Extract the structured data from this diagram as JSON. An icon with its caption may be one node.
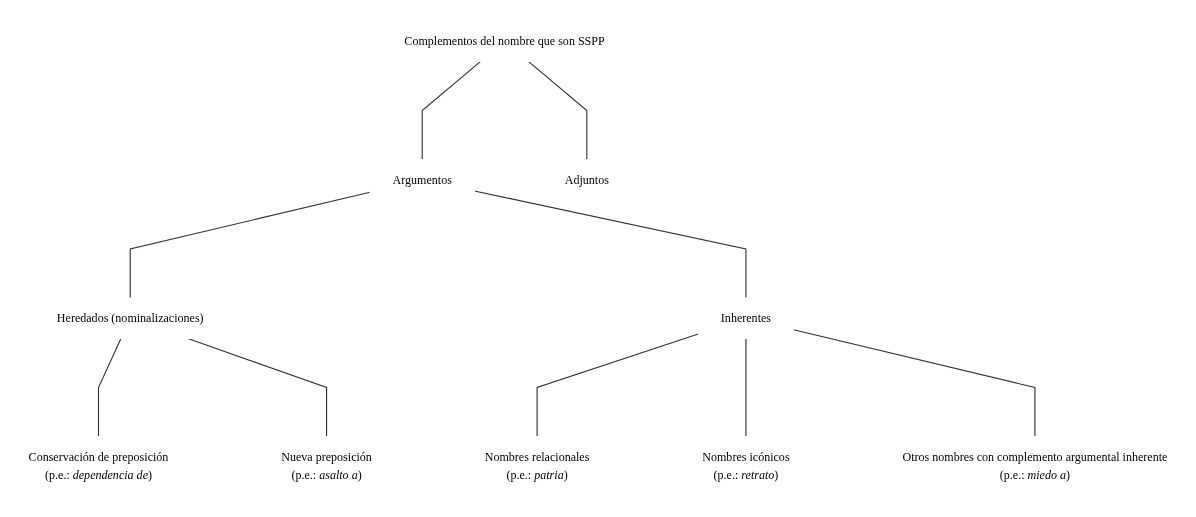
{
  "diagram": {
    "nodes": [
      {
        "text": [
          "Complementos del nombre que son SSPP"
        ]
      },
      {
        "text": [
          "Argumentos"
        ]
      },
      {
        "text": [
          "Adjuntos"
        ]
      },
      {
        "text": [
          "Heredados (nominalizaciones)"
        ]
      },
      {
        "text": [
          "Inherentes"
        ]
      },
      {
        "text": [
          "Conservación de preposición",
          "(p.e.: *dependencia de*)"
        ]
      },
      {
        "text": [
          "Nueva preposición",
          "(p.e.: *asalto a*)"
        ]
      },
      {
        "text": [
          "Nombres relacionales",
          "(p.e.: *patria*)"
        ]
      },
      {
        "text": [
          "Nombres icónicos",
          "(p.e.: *retrato*)"
        ]
      },
      {
        "text": [
          "Otros nombres con complemento argumental inherente",
          "(p.e.: *miedo a*)"
        ]
      }
    ],
    "edges": [
      {
        "from": 0,
        "to": 1,
        "arrow": "none"
      },
      {
        "from": 0,
        "to": 2,
        "arrow": "none"
      },
      {
        "from": 1,
        "to": 3,
        "arrow": "none"
      },
      {
        "from": 1,
        "to": 4,
        "arrow": "none"
      },
      {
        "from": 3,
        "to": 5,
        "arrow": "none"
      },
      {
        "from": 3,
        "to": 6,
        "arrow": "none"
      },
      {
        "from": 4,
        "to": 7,
        "arrow": "none"
      },
      {
        "from": 4,
        "to": 8,
        "arrow": "none"
      },
      {
        "from": 4,
        "to": 9,
        "arrow": "none"
      }
    ]
  }
}
